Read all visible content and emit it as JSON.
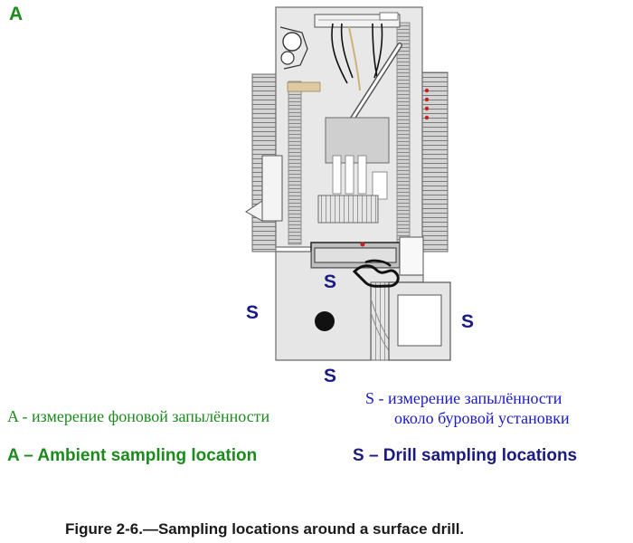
{
  "colors": {
    "ambient_green": "#1c8a1c",
    "drill_navy": "#1a1a80",
    "ru_blue": "#1a1acc",
    "caption": "#1a1a1a"
  },
  "markers": {
    "ambient": "A",
    "drill": "S"
  },
  "legend": {
    "ru_ambient_prefix": "A -",
    "ru_ambient_text": "измерение фоновой запылённости",
    "ru_drill_prefix": "S -",
    "ru_drill_line1": "измерение запылённости",
    "ru_drill_line2": "около буровой установки",
    "en_ambient": "A – Ambient sampling location",
    "en_drill": "S – Drill sampling locations"
  },
  "caption": "Figure 2-6.—Sampling locations around a surface drill."
}
